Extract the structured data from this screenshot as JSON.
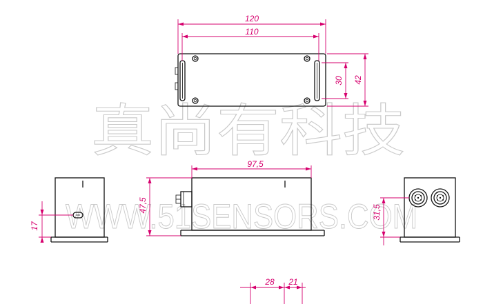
{
  "watermark": {
    "chinese": "真尚有科技",
    "english": "WWW.51SENSORS.COM"
  },
  "dimensions": {
    "top_overall_width": "120",
    "top_hole_spacing": "110",
    "top_hole_height": "30",
    "top_overall_height": "42",
    "front_length": "97,5",
    "front_height": "47,5",
    "left_connector_height": "17",
    "right_connector_height": "31,5",
    "connector_offset": "28",
    "connector_spacing": "21"
  },
  "colors": {
    "dimension": "#d6006e",
    "outline": "#111111",
    "watermark": "#c9c9c9"
  }
}
